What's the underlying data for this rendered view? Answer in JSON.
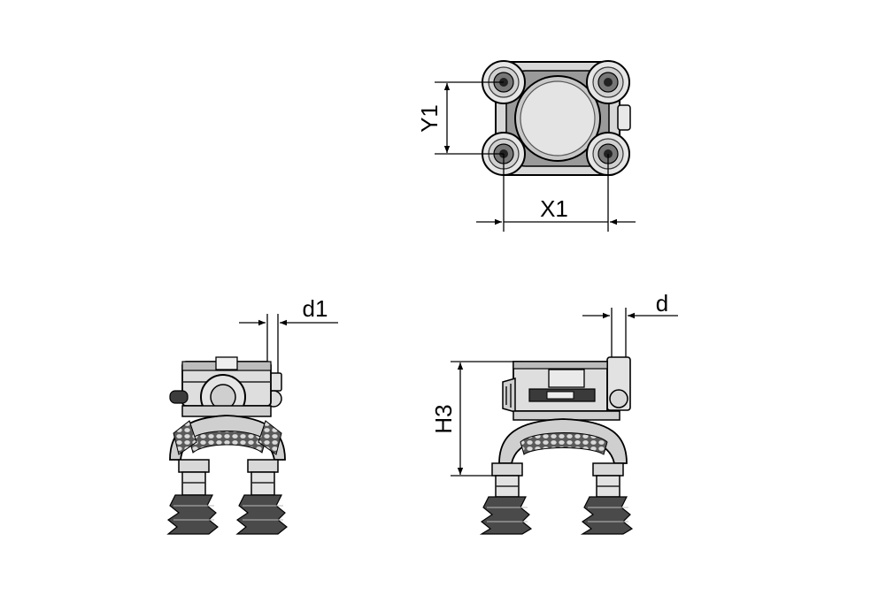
{
  "drawing": {
    "views": {
      "top": {
        "name": "top-view"
      },
      "front": {
        "name": "front-view"
      },
      "side": {
        "name": "side-view"
      }
    },
    "dimensions": {
      "y1": "Y1",
      "x1": "X1",
      "d1": "d1",
      "d": "d",
      "h3": "H3"
    },
    "colors": {
      "line": "#000000",
      "part_fill": "#e6e6e6",
      "part_shade": "#b5b5b5",
      "part_dark": "#3a3a3a",
      "background": "#ffffff"
    }
  }
}
